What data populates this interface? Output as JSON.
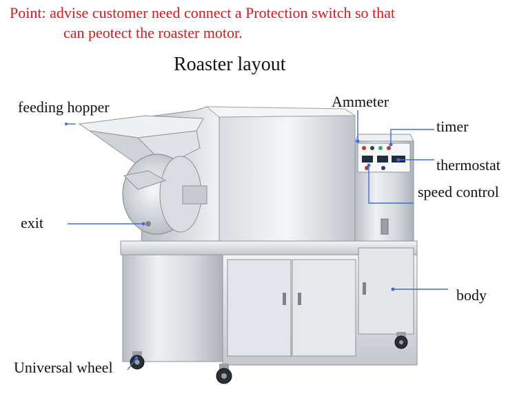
{
  "note": {
    "line1": "Point: advise customer need connect a Protection switch so that",
    "line2": "can peotect the roaster motor."
  },
  "title": "Roaster layout",
  "labels": {
    "feeding_hopper": "feeding hopper",
    "exit": "exit",
    "universal_wheel": "Universal wheel",
    "ammeter": "Ammeter",
    "timer": "timer",
    "thermostat": "thermostat",
    "speed_control": "speed control",
    "body": "body"
  },
  "colors": {
    "note_text": "#e0161b",
    "callout_line": "#3a6fd8",
    "steel_light": "#e8eaed",
    "steel_mid": "#c9cdd3",
    "steel_dark": "#9ea4ac"
  }
}
